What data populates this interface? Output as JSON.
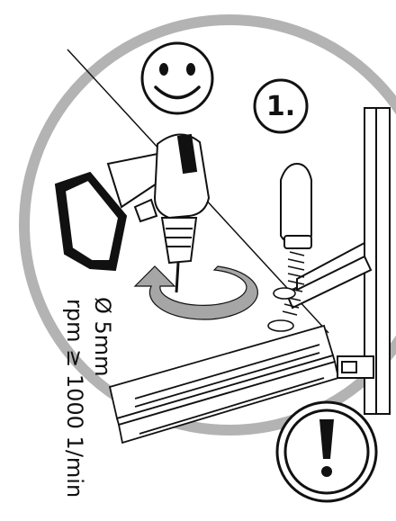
{
  "step": {
    "number_label": "1."
  },
  "specs": {
    "drill_diameter": "Ø 5mm",
    "drill_speed": "rpm ≥ 1000 1/min"
  },
  "icons": {
    "smiley": "smiley-face-icon",
    "warning": "exclamation-warning-icon",
    "rotation": "clockwise-rotation-arrow-icon"
  },
  "colors": {
    "outline": "#111111",
    "gray_ring": "#b3b3b3",
    "arrow_gray": "#a6a6a6",
    "background": "#ffffff"
  }
}
